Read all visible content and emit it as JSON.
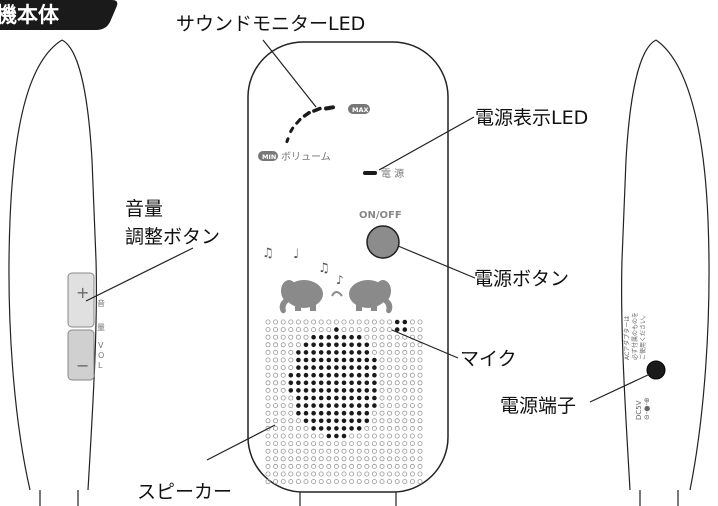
{
  "header_tab": "機本体",
  "labels": {
    "sound_monitor_led": "サウンドモニターLED",
    "power_led": "電源表示LED",
    "volume_button_line1": "音量",
    "volume_button_line2": "調整ボタン",
    "power_button": "電源ボタン",
    "mic": "マイク",
    "power_jack": "電源端子",
    "speaker": "スピーカー"
  },
  "device": {
    "max_badge": "MAX",
    "min_badge": "MIN",
    "volume_text": "ボリューム",
    "power_text": "電 源",
    "onoff_text": "ON/OFF"
  },
  "side_left": {
    "plus": "+",
    "minus": "−",
    "vol_vertical_1": "音",
    "vol_vertical_2": "量",
    "vol_vertical_3": "V",
    "vol_vertical_4": "O",
    "vol_vertical_5": "L"
  },
  "side_right": {
    "adapter_note_1": "ACアダプターは",
    "adapter_note_2": "必ず付属のものを",
    "adapter_note_3": "ご使用ください。",
    "dc_text": "DC5V"
  },
  "colors": {
    "outline": "#222222",
    "led_dark": "#1a1a1a",
    "button_gray": "#8c8c8c",
    "grille_dot": "#9a9a9a"
  }
}
